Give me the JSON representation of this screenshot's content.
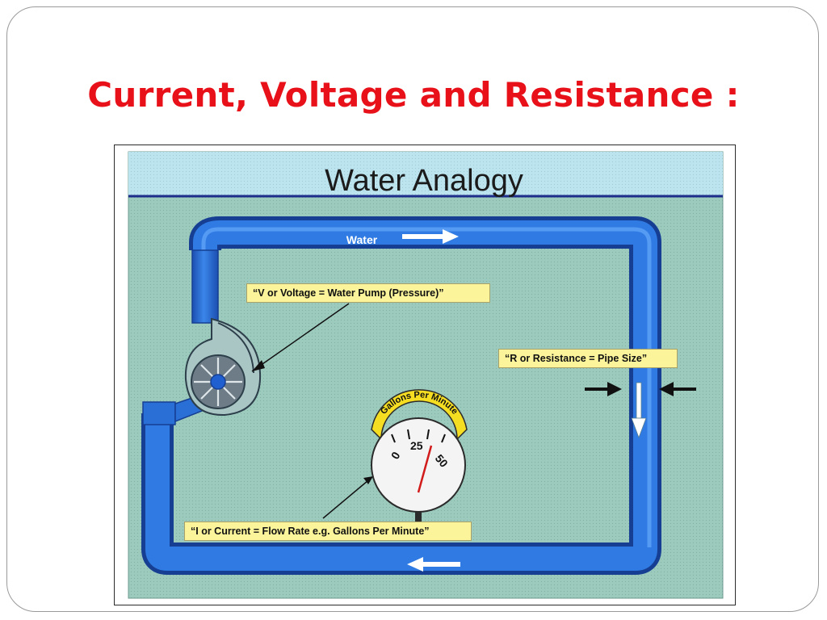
{
  "slide": {
    "title": "Current, Voltage and Resistance :"
  },
  "diagram": {
    "heading": "Water Analogy",
    "flow_label": "Water",
    "voltage_label": "“V or Voltage = Water Pump (Pressure)”",
    "resistance_label": "“R or Resistance = Pipe Size”",
    "current_label": "“I or Current = Flow Rate e.g. Gallons Per Minute”",
    "gauge": {
      "arc_label": "Gallons Per Minute",
      "tick_0": "0",
      "tick_25": "25",
      "tick_50": "50"
    }
  },
  "colors": {
    "title": "#e8111a",
    "background": "#9cc9be",
    "header_band": "#b9e3ee",
    "pipe": "#2a6fd6",
    "label_box": "#fbf49a"
  }
}
